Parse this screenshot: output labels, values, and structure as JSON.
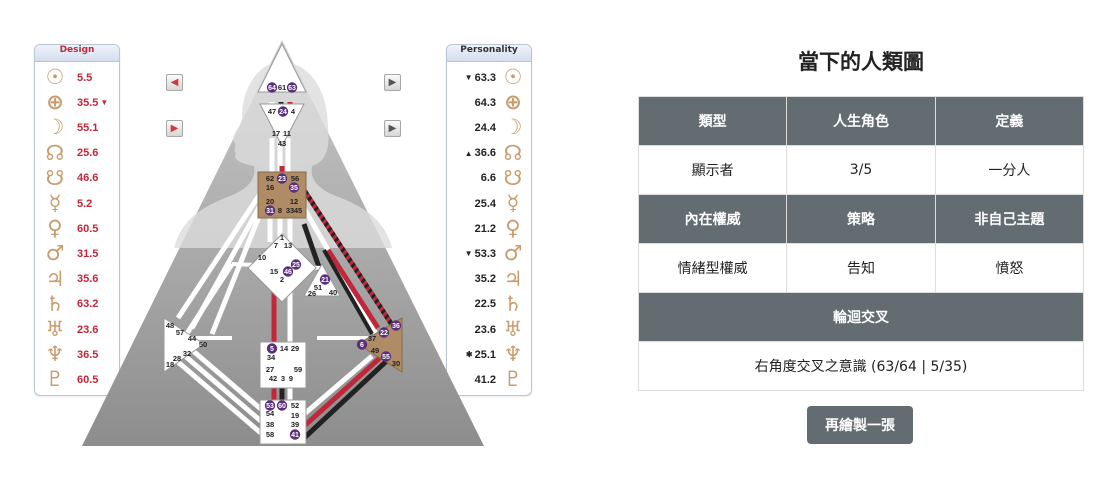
{
  "design": {
    "header": "Design",
    "planets": [
      {
        "icon": "sun-icon",
        "glyph": "☉",
        "value": "5.5",
        "arrow": ""
      },
      {
        "icon": "earth-icon",
        "glyph": "⊕",
        "value": "35.5",
        "arrow": "▼"
      },
      {
        "icon": "moon-icon",
        "glyph": "☽",
        "value": "55.1",
        "arrow": ""
      },
      {
        "icon": "north-node-icon",
        "glyph": "☊",
        "value": "25.6",
        "arrow": ""
      },
      {
        "icon": "south-node-icon",
        "glyph": "☋",
        "value": "46.6",
        "arrow": ""
      },
      {
        "icon": "mercury-icon",
        "glyph": "☿",
        "value": "5.2",
        "arrow": ""
      },
      {
        "icon": "venus-icon",
        "glyph": "♀",
        "value": "60.5",
        "arrow": ""
      },
      {
        "icon": "mars-icon",
        "glyph": "♂",
        "value": "31.5",
        "arrow": ""
      },
      {
        "icon": "jupiter-icon",
        "glyph": "♃",
        "value": "35.6",
        "arrow": ""
      },
      {
        "icon": "saturn-icon",
        "glyph": "♄",
        "value": "63.2",
        "arrow": ""
      },
      {
        "icon": "uranus-icon",
        "glyph": "♅",
        "value": "23.6",
        "arrow": ""
      },
      {
        "icon": "neptune-icon",
        "glyph": "♆",
        "value": "36.5",
        "arrow": ""
      },
      {
        "icon": "pluto-icon",
        "glyph": "♇",
        "value": "60.5",
        "arrow": ""
      }
    ]
  },
  "personality": {
    "header": "Personality",
    "planets": [
      {
        "icon": "sun-icon",
        "glyph": "☉",
        "value": "63.3",
        "arrow": "▼"
      },
      {
        "icon": "earth-icon",
        "glyph": "⊕",
        "value": "64.3",
        "arrow": ""
      },
      {
        "icon": "moon-icon",
        "glyph": "☽",
        "value": "24.4",
        "arrow": ""
      },
      {
        "icon": "north-node-icon",
        "glyph": "☊",
        "value": "36.6",
        "arrow": "▲"
      },
      {
        "icon": "south-node-icon",
        "glyph": "☋",
        "value": "6.6",
        "arrow": ""
      },
      {
        "icon": "mercury-icon",
        "glyph": "☿",
        "value": "25.4",
        "arrow": ""
      },
      {
        "icon": "venus-icon",
        "glyph": "♀",
        "value": "21.2",
        "arrow": ""
      },
      {
        "icon": "mars-icon",
        "glyph": "♂",
        "value": "53.3",
        "arrow": "▼"
      },
      {
        "icon": "jupiter-icon",
        "glyph": "♃",
        "value": "35.2",
        "arrow": ""
      },
      {
        "icon": "saturn-icon",
        "glyph": "♄",
        "value": "22.5",
        "arrow": ""
      },
      {
        "icon": "uranus-icon",
        "glyph": "♅",
        "value": "23.6",
        "arrow": ""
      },
      {
        "icon": "neptune-icon",
        "glyph": "♆",
        "value": "25.1",
        "arrow": "✱"
      },
      {
        "icon": "pluto-icon",
        "glyph": "♇",
        "value": "41.2",
        "arrow": ""
      }
    ]
  },
  "nav": {
    "design_prev_icon": "arrow-left-icon",
    "design_next_icon": "arrow-right-icon",
    "personality_prev_icon": "arrow-right-icon",
    "personality_next_icon": "arrow-right-icon"
  },
  "bodygraph": {
    "gates": {
      "head": [
        "64",
        "61",
        "63"
      ],
      "ajna": [
        "47",
        "24",
        "4",
        "17",
        "11",
        "43"
      ],
      "throat": [
        "62",
        "23",
        "56",
        "16",
        "35",
        "20",
        "12",
        "31",
        "8",
        "33",
        "45"
      ],
      "g": [
        "1",
        "7",
        "13",
        "10",
        "15",
        "46",
        "25",
        "2"
      ],
      "ego": [
        "21",
        "51",
        "26",
        "40"
      ],
      "spleen": [
        "48",
        "57",
        "44",
        "50",
        "32",
        "28",
        "18"
      ],
      "sacral": [
        "5",
        "14",
        "29",
        "34",
        "27",
        "42",
        "3",
        "9",
        "59"
      ],
      "solar_plexus": [
        "36",
        "22",
        "6",
        "37",
        "49",
        "55",
        "30"
      ],
      "root": [
        "53",
        "60",
        "52",
        "54",
        "19",
        "38",
        "39",
        "58",
        "41"
      ]
    },
    "active_gates": [
      "64",
      "63",
      "24",
      "23",
      "35",
      "31",
      "46",
      "25",
      "21",
      "5",
      "53",
      "60",
      "41",
      "36",
      "22",
      "6",
      "55"
    ]
  },
  "title": "當下的人類圖",
  "table": {
    "type_header": "類型",
    "profile_header": "人生角色",
    "definition_header": "定義",
    "type_value": "顯示者",
    "profile_value": "3/5",
    "definition_value": "一分人",
    "authority_header": "內在權威",
    "strategy_header": "策略",
    "not_self_header": "非自己主題",
    "authority_value": "情緒型權威",
    "strategy_value": "告知",
    "not_self_value": "憤怒",
    "cross_header": "輪迴交叉",
    "cross_value": "右角度交叉之意識 (63/64 | 5/35)"
  },
  "redraw_button": "再繪製一張",
  "colors": {
    "design_red": "#c0283a",
    "active_gate": "#5b2f7c",
    "center_tan": "#b08c66",
    "header_bg": "#626c71",
    "planet_glyph": "#c99c6e"
  }
}
